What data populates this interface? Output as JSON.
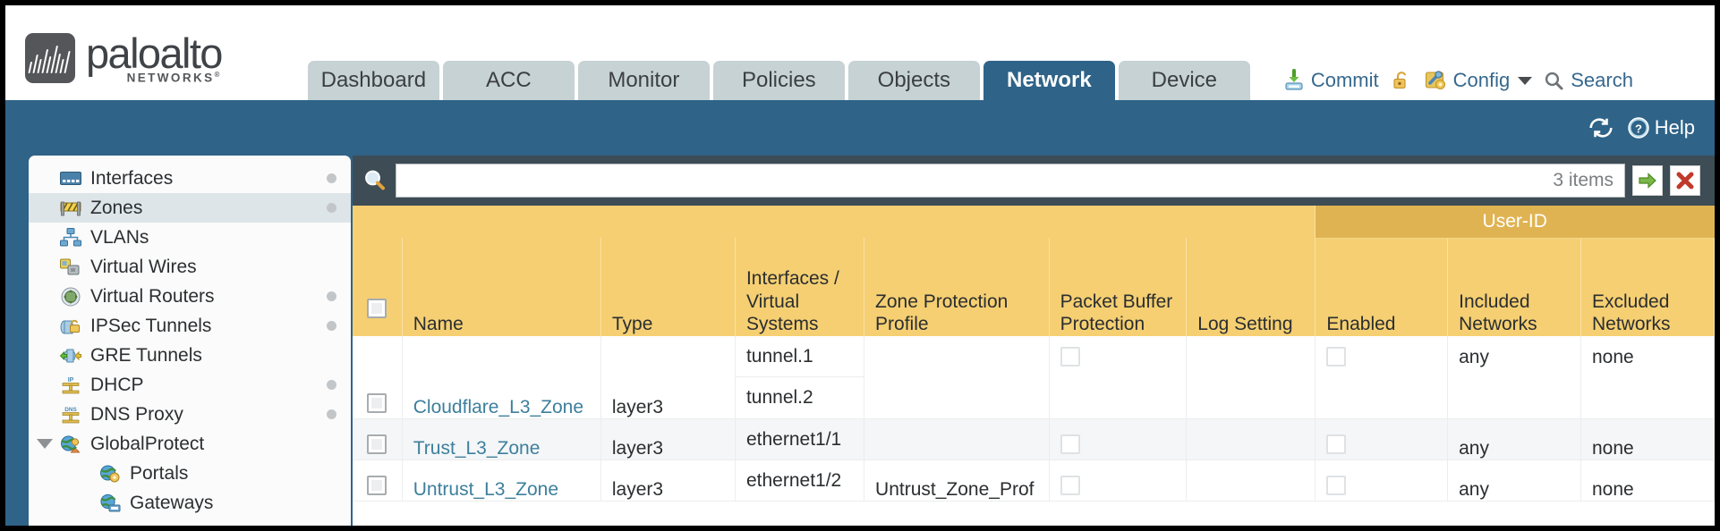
{
  "brand": {
    "name": "paloalto",
    "tagline": "NETWORKS",
    "registered": "®"
  },
  "header": {
    "tabs": [
      {
        "label": "Dashboard",
        "active": false
      },
      {
        "label": "ACC",
        "active": false
      },
      {
        "label": "Monitor",
        "active": false
      },
      {
        "label": "Policies",
        "active": false
      },
      {
        "label": "Objects",
        "active": false
      },
      {
        "label": "Network",
        "active": true
      },
      {
        "label": "Device",
        "active": false
      }
    ],
    "actions": {
      "commit": "Commit",
      "config": "Config",
      "search": "Search"
    }
  },
  "subbar": {
    "help": "Help"
  },
  "sidebar": {
    "items": [
      {
        "label": "Interfaces",
        "icon": "interfaces-icon",
        "selected": false,
        "dot": true,
        "indent": false,
        "caret": false
      },
      {
        "label": "Zones",
        "icon": "zones-icon",
        "selected": true,
        "dot": true,
        "indent": false,
        "caret": false
      },
      {
        "label": "VLANs",
        "icon": "vlans-icon",
        "selected": false,
        "dot": false,
        "indent": false,
        "caret": false
      },
      {
        "label": "Virtual Wires",
        "icon": "virtual-wires-icon",
        "selected": false,
        "dot": false,
        "indent": false,
        "caret": false
      },
      {
        "label": "Virtual Routers",
        "icon": "virtual-routers-icon",
        "selected": false,
        "dot": true,
        "indent": false,
        "caret": false
      },
      {
        "label": "IPSec Tunnels",
        "icon": "ipsec-tunnels-icon",
        "selected": false,
        "dot": true,
        "indent": false,
        "caret": false
      },
      {
        "label": "GRE Tunnels",
        "icon": "gre-tunnels-icon",
        "selected": false,
        "dot": false,
        "indent": false,
        "caret": false
      },
      {
        "label": "DHCP",
        "icon": "dhcp-icon",
        "selected": false,
        "dot": true,
        "indent": false,
        "caret": false
      },
      {
        "label": "DNS Proxy",
        "icon": "dns-proxy-icon",
        "selected": false,
        "dot": true,
        "indent": false,
        "caret": false
      },
      {
        "label": "GlobalProtect",
        "icon": "globalprotect-icon",
        "selected": false,
        "dot": false,
        "indent": false,
        "caret": true
      },
      {
        "label": "Portals",
        "icon": "portals-icon",
        "selected": false,
        "dot": false,
        "indent": true,
        "caret": false
      },
      {
        "label": "Gateways",
        "icon": "gateways-icon",
        "selected": false,
        "dot": false,
        "indent": true,
        "caret": false
      }
    ]
  },
  "search": {
    "value": "",
    "placeholder": "",
    "item_count": "3 items"
  },
  "table": {
    "group_header": "User-ID",
    "columns": [
      "Name",
      "Type",
      "Interfaces / Virtual Systems",
      "Zone Protection Profile",
      "Packet Buffer Protection",
      "Log Setting",
      "Enabled",
      "Included Networks",
      "Excluded Networks"
    ],
    "rows": [
      {
        "name": "Cloudflare_L3_Zone",
        "type": "layer3",
        "interfaces": [
          "tunnel.1",
          "tunnel.2"
        ],
        "zone_protection_profile": "",
        "packet_buffer_protection": false,
        "log_setting": "",
        "enabled": false,
        "included_networks": "any",
        "excluded_networks": "none"
      },
      {
        "name": "Trust_L3_Zone",
        "type": "layer3",
        "interfaces": [
          "ethernet1/1"
        ],
        "zone_protection_profile": "",
        "packet_buffer_protection": false,
        "log_setting": "",
        "enabled": false,
        "included_networks": "any",
        "excluded_networks": "none"
      },
      {
        "name": "Untrust_L3_Zone",
        "type": "layer3",
        "interfaces": [
          "ethernet1/2"
        ],
        "zone_protection_profile": "Untrust_Zone_Prof",
        "packet_buffer_protection": false,
        "log_setting": "",
        "enabled": false,
        "included_networks": "any",
        "excluded_networks": "none"
      }
    ]
  },
  "colors": {
    "brand_blue": "#2f6388",
    "header_amber": "#f5cf72",
    "group_amber": "#e0b352",
    "link_blue": "#3d7f9c",
    "panel_dark": "#3d4c55"
  }
}
